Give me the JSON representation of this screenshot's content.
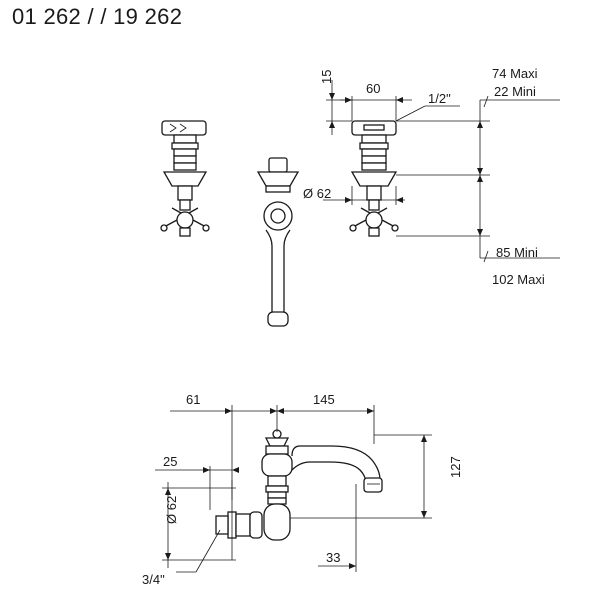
{
  "header": {
    "title": "01 262 / / 19 262"
  },
  "top_view": {
    "dim_height": "15",
    "dim_width": "60",
    "dim_thread": "1/2\"",
    "dim_diameter": "Ø 62",
    "upper_max": "74 Maxi",
    "upper_min": "22 Mini",
    "lower_min": "85 Mini",
    "lower_max": "102 Maxi"
  },
  "side_view": {
    "dim_offset": "61",
    "dim_reach": "145",
    "dim_wall": "25",
    "dim_height": "127",
    "dim_diameter": "Ø 62",
    "dim_outlet": "33",
    "dim_thread": "3/4\""
  }
}
